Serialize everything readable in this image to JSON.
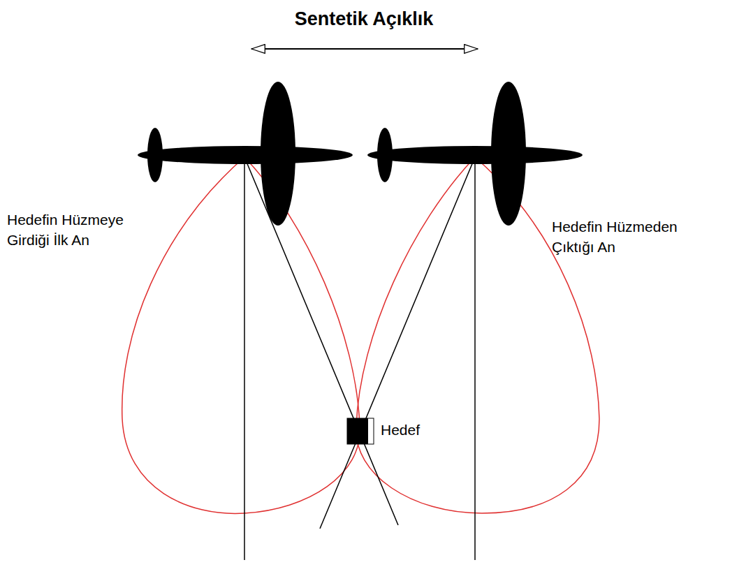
{
  "diagram": {
    "title": "Sentetik Açıklık",
    "labels": [
      "Hedefin Hüzmeye Girdiği İlk An",
      "Hedefin Hüzmeden Çıktığı An",
      "Hedef"
    ]
  }
}
